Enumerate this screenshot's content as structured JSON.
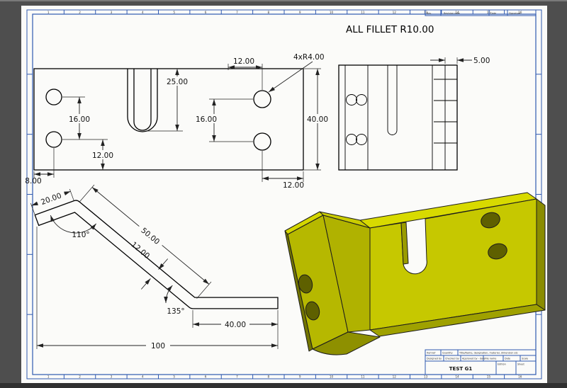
{
  "app": {
    "background": "#4e4e4e",
    "sheet_color": "#fbfbf9",
    "frame_color": "#2f59b0",
    "part_color": "#c6c800"
  },
  "sheet": {
    "note": "ALL FILLET R10.00",
    "grid_top": [
      "1",
      "2",
      "3",
      "4",
      "5",
      "6",
      "7",
      "8",
      "9",
      "10",
      "11",
      "12",
      "13",
      "14",
      "15",
      "16"
    ],
    "grid_bottom": [
      "1",
      "2",
      "3",
      "4",
      "5",
      "6",
      "7",
      "8",
      "9",
      "10",
      "11",
      "12",
      "13",
      "14",
      "15",
      "16"
    ],
    "revision": {
      "rev": "Rev.",
      "note": "Revision note",
      "date": "Date",
      "sign": "Signature"
    }
  },
  "dims": {
    "front": {
      "top12": "12.00",
      "r4": "4xR4.00",
      "slot25": "25.00",
      "left16": "16.00",
      "right16": "16.00",
      "height40": "40.00",
      "lower12": "12.00",
      "left8": "8.00",
      "bottom12": "12.00"
    },
    "side": {
      "thick5": "5.00"
    },
    "profile": {
      "len20": "20.00",
      "ang110": "110°",
      "len50": "50.00",
      "thick12": "12.00",
      "ang135": "135°",
      "len40": "40.00",
      "total100": "100"
    }
  },
  "title_block": {
    "itemref": "Itemref",
    "quantity": "Quantity",
    "title_name": "Title/Name, designation, material, dimension etc",
    "designed_by": "Designed by",
    "checked_by": "Checked by",
    "approved_by": "Approved by - date",
    "file_name": "File name",
    "date": "Date",
    "scale": "Scale",
    "title": "TEST G1",
    "edition": "Edition",
    "sheet": "Sheet"
  }
}
